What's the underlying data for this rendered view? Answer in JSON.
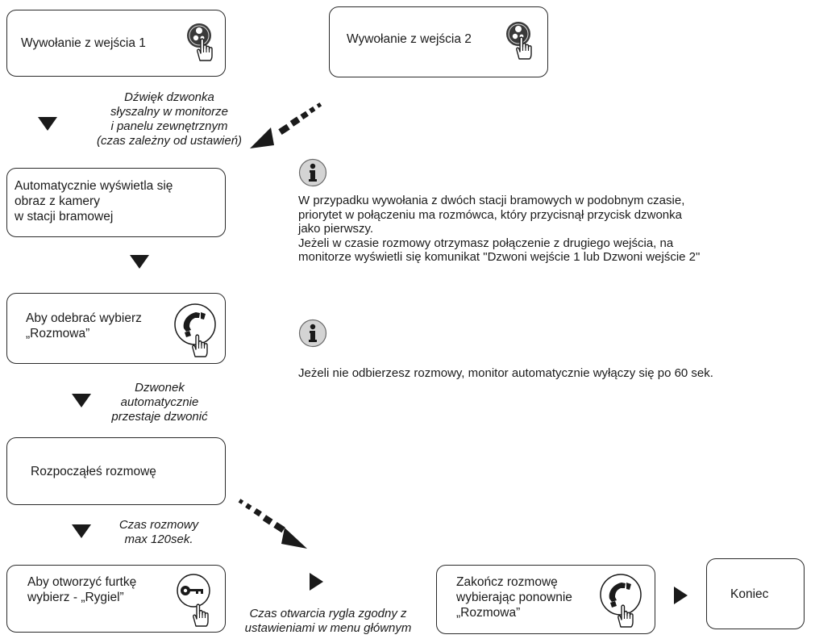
{
  "boxes": {
    "call1": "Wywołanie z wejścia 1",
    "call2": "Wywołanie z wejścia 2",
    "auto": "Automatycznie wyświetla się\nobraz z kamery\nw stacji bramowej",
    "answer": "Aby odebrać wybierz\n„Rozmowa”",
    "started": "Rozpocząłeś rozmowę",
    "gate": "Aby otworzyć furtkę\nwybierz -  „Rygiel”",
    "end_call": "Zakończ rozmowę\nwybierając ponownie\n„Rozmowa”",
    "end": "Koniec"
  },
  "notes": {
    "ringtone": "Dźwięk dzwonka\nsłyszalny w monitorze\ni panelu zewnętrznym\n(czas zależny od ustawień)",
    "stop_ring": "Dzwonek\nautomatycznie\nprzestaje dzwonić",
    "talk_time": "Czas rozmowy\nmax 120sek.",
    "unlock_time": "Czas otwarcia rygla zgodny z\nustawieniami w menu głównym"
  },
  "info": {
    "priority": "W przypadku wywołania z dwóch stacji bramowych w podobnym czasie,\npriorytet w połączeniu ma rozmówca, który przycisnął przycisk dzwonka\njako pierwszy.\nJeżeli w czasie rozmowy otrzymasz połączenie z drugiego wejścia, na\nmonitorze wyświetli się komunikat \"Dzwoni wejście 1 lub  Dzwoni wejście 2\"",
    "timeout": "Jeżeli nie odbierzesz rozmowy, monitor automatycznie wyłączy się po 60 sek."
  }
}
